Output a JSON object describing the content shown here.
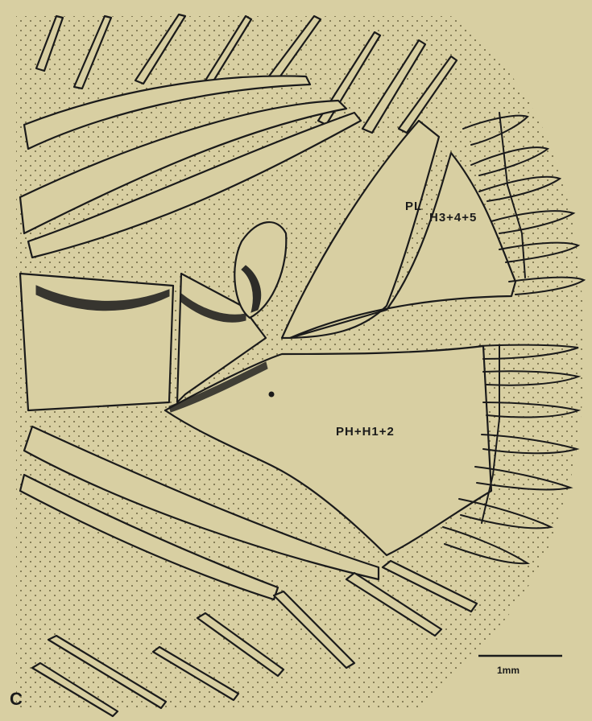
{
  "figure": {
    "panel_letter": "C",
    "labels": {
      "pl": "PL",
      "h345": "H3+4+5",
      "ph": "PH+H1+2"
    },
    "scale_bar": {
      "text": "1mm"
    },
    "colors": {
      "paper": "#d8cfa2",
      "ink": "#1b1b1b",
      "stipple": "#6b6440"
    }
  }
}
